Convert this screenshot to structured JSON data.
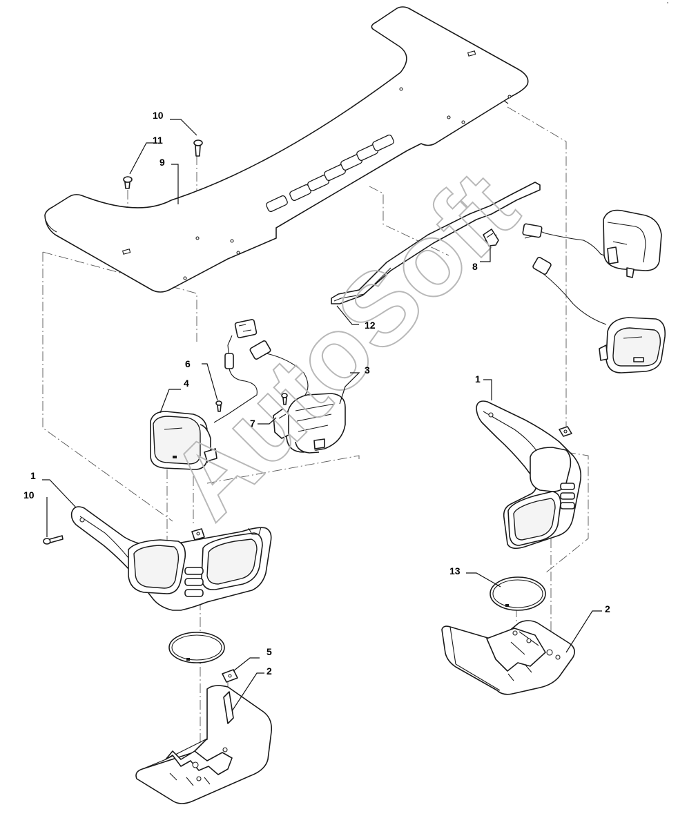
{
  "callouts": {
    "c1_left": "1",
    "c1_right": "1",
    "c2_bottom": "2",
    "c2_right": "2",
    "c3": "3",
    "c4": "4",
    "c5": "5",
    "c6": "6",
    "c7": "7",
    "c8": "8",
    "c9": "9",
    "c10_top": "10",
    "c10_left": "10",
    "c11": "11",
    "c12": "12",
    "c13": "13"
  },
  "watermark": {
    "text": "AutoSoft"
  },
  "corner_mark": "ʼ"
}
